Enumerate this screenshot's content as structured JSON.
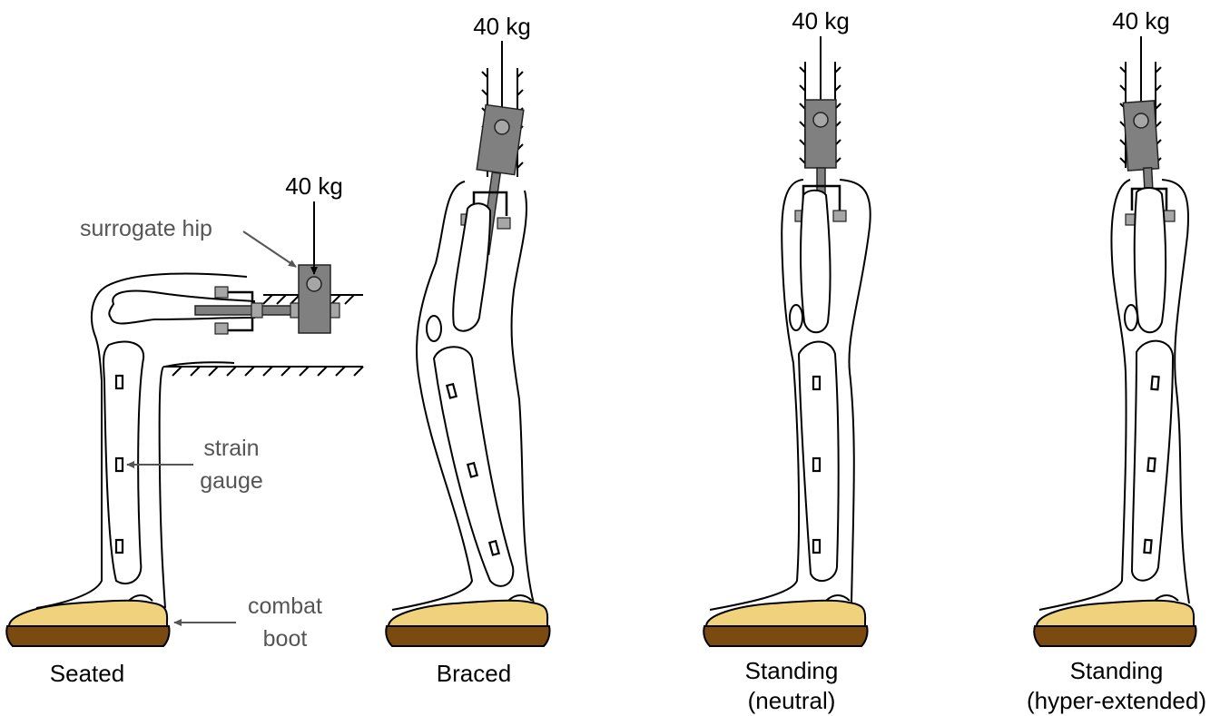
{
  "figure": {
    "load_label": "40 kg",
    "annotations": {
      "hip": "surrogate hip",
      "gauge_line1": "strain",
      "gauge_line2": "gauge",
      "boot_line1": "combat",
      "boot_line2": "boot"
    },
    "panels": [
      {
        "caption_line1": "Seated",
        "caption_line2": ""
      },
      {
        "caption_line1": "Braced",
        "caption_line2": ""
      },
      {
        "caption_line1": "Standing",
        "caption_line2": "(neutral)"
      },
      {
        "caption_line1": "Standing",
        "caption_line2": "(hyper-extended)"
      }
    ],
    "colors": {
      "boot_upper": "#f0d27c",
      "boot_sole": "#7a4a10",
      "metal": "#808080",
      "annotation": "#555555"
    }
  }
}
